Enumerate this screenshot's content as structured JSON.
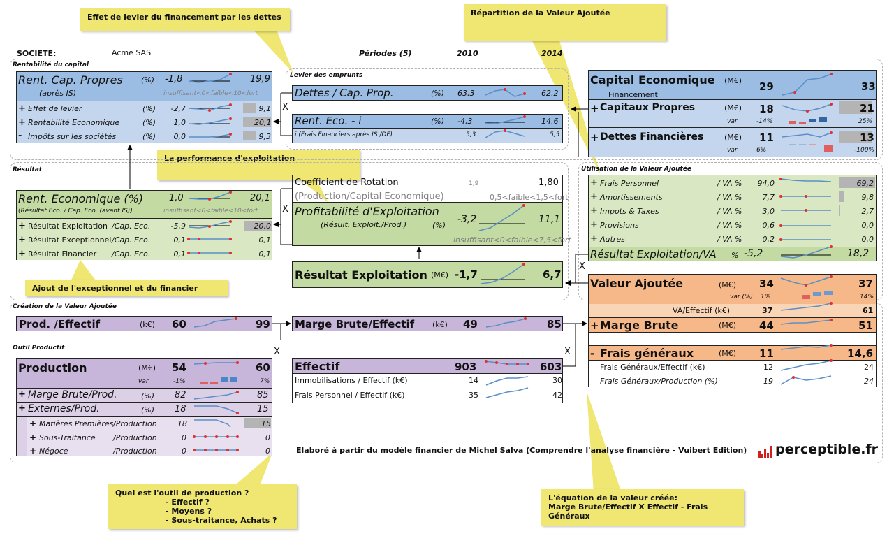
{
  "header": {
    "societe_label": "SOCIETE:",
    "societe_value": "Acme SAS",
    "periodes_label": "Périodes (5)",
    "year_start": "2010",
    "year_end": "2014"
  },
  "callouts": {
    "levier": "Effet de levier du financement par les dettes",
    "repartition": "Répartition de la Valeur Ajoutée",
    "performance": "La performance d'exploitation",
    "ajout": "Ajout de l'exceptionnel et du financier",
    "outil": "Quel est l'outil de production ?",
    "outil_l1": "- Effectif ?",
    "outil_l2": "- Moyens ?",
    "outil_l3": "- Sous-traitance, Achats ?",
    "equation": "L'équation de la valeur créée:",
    "equation_l2": "Marge Brute/Effectif X Effectif - Frais Généraux"
  },
  "sections": {
    "rentabilite": "Rentabilité du capital",
    "levier": "Levier des emprunts",
    "resultat": "Résultat",
    "utilisation": "Utilisation de la Valeur Ajoutée",
    "creation": "Création de la Valeur Ajoutée",
    "outil": "Outil Productif"
  },
  "rcp": {
    "title": "Rent. Cap. Propres",
    "unit": "(%)",
    "v1": "-1,8",
    "v2": "19,9",
    "sub": "(après IS)",
    "thresholds": "insuffisant<0<faible<10<fort",
    "rows": [
      {
        "sign": "+",
        "label": "Effet de levier",
        "unit": "(%)",
        "v1": "-2,7",
        "v2": "9,1"
      },
      {
        "sign": "+",
        "label": "Rentabilité Economique",
        "unit": "(%)",
        "v1": "1,0",
        "v2": "20,1"
      },
      {
        "sign": "-",
        "label": "Impôts sur les sociétés",
        "unit": "(%)",
        "v1": "0,0",
        "v2": "9,3"
      }
    ]
  },
  "levier": {
    "dettes_title": "Dettes / Cap. Prop.",
    "dettes_unit": "(%)",
    "dettes_v1": "63,3",
    "dettes_v2": "62,2",
    "reco_title": "Rent. Eco. - i",
    "reco_unit": "(%)",
    "reco_v1": "-4,3",
    "reco_v2": "14,6",
    "i_label": "i (Frais Financiers après IS /DF)",
    "i_v1": "5,3",
    "i_v2": "5,5"
  },
  "capital": {
    "title": "Capital Economique",
    "unit": "(M€)",
    "v1": "29",
    "v2": "33",
    "sub": "Financement",
    "cp_label": "Capitaux Propres",
    "cp_unit": "(M€)",
    "cp_v1": "18",
    "cp_v2": "21",
    "cp_var": "var",
    "cp_var1": "-14%",
    "cp_var2": "25%",
    "df_label": "Dettes Financières",
    "df_unit": "(M€)",
    "df_v1": "11",
    "df_v2": "13",
    "df_var": "var",
    "df_var1": "6%",
    "df_var2": "-100%"
  },
  "reco": {
    "title": "Rent. Economique (%)",
    "v1": "1,0",
    "v2": "20,1",
    "sub": "(Résultat Eco. / Cap. Eco. (avant IS))",
    "thresholds": "insuffisant<0<faible<10<fort",
    "rows": [
      {
        "sign": "+",
        "label": "Résultat Exploitation",
        "unit": "/Cap. Eco.",
        "v1": "-5,9",
        "v2": "20,0"
      },
      {
        "sign": "+",
        "label": "Résultat Exceptionnel",
        "unit": "/Cap. Eco.",
        "v1": "0,1",
        "v2": "0,1"
      },
      {
        "sign": "+",
        "label": "Résultat Financier",
        "unit": "/Cap. Eco.",
        "v1": "0,1",
        "v2": "0,1"
      }
    ]
  },
  "perf": {
    "coef_label": "Coefficient de Rotation",
    "coef_v1": "1,9",
    "coef_v2": "1,80",
    "coef_sub": "(Production/Capital Economique)",
    "coef_thr": "0,5<faible<1,5<fort",
    "prof_title": "Profitabilité d'Exploitation",
    "prof_sub": "(Résult. Exploit./Prod.)",
    "prof_unit": "(%)",
    "prof_v1": "-3,2",
    "prof_v2": "11,1",
    "prof_thr": "insuffisant<0<faible<7,5<fort",
    "res_title": "Résultat Exploitation",
    "res_unit": "(M€)",
    "res_v1": "-1,7",
    "res_v2": "6,7"
  },
  "utilisation": {
    "rows": [
      {
        "sign": "+",
        "label": "Frais Personnel",
        "unit": "/ VA %",
        "v1": "94,0",
        "v2": "69,2"
      },
      {
        "sign": "+",
        "label": "Amortissements",
        "unit": "/ VA %",
        "v1": "7,7",
        "v2": "9,8"
      },
      {
        "sign": "+",
        "label": "Impots & Taxes",
        "unit": "/ VA %",
        "v1": "3,0",
        "v2": "2,7"
      },
      {
        "sign": "+",
        "label": "Provisions",
        "unit": "/ VA %",
        "v1": "0,6",
        "v2": "0,0"
      },
      {
        "sign": "+",
        "label": "Autres",
        "unit": "/ VA %",
        "v1": "0,2",
        "v2": "0,0"
      }
    ],
    "total_label": "Résultat Exploitation/VA",
    "total_unit": "%",
    "total_v1": "-5,2",
    "total_v2": "18,2"
  },
  "va": {
    "title": "Valeur Ajoutée",
    "unit": "(M€)",
    "v1": "34",
    "v2": "37",
    "var_label": "var (%)",
    "var1": "1%",
    "var2": "14%",
    "eff_label": "VA/Effectif (k€)",
    "eff_v1": "37",
    "eff_v2": "61",
    "mb_label": "Marge Brute",
    "mb_unit": "(M€)",
    "mb_v1": "44",
    "mb_v2": "51",
    "fg_label": "Frais généraux",
    "fg_unit": "(M€)",
    "fg_v1": "11",
    "fg_v2": "14,6",
    "fge_label": "Frais Généraux/Effectif (k€)",
    "fge_v1": "12",
    "fge_v2": "24",
    "fgp_label": "Frais Généraux/Production (%)",
    "fgp_v1": "19",
    "fgp_v2": "24"
  },
  "creation": {
    "prod_eff_label": "Prod. /Effectif",
    "prod_eff_unit": "(k€)",
    "prod_eff_v1": "60",
    "prod_eff_v2": "99",
    "mbe_label": "Marge Brute/Effectif",
    "mbe_unit": "(k€)",
    "mbe_v1": "49",
    "mbe_v2": "85"
  },
  "outil": {
    "prod_label": "Production",
    "prod_unit": "(M€)",
    "prod_v1": "54",
    "prod_v2": "60",
    "prod_var": "var",
    "prod_var1": "-1%",
    "prod_var2": "7%",
    "rows": [
      {
        "sign": "+",
        "label": "Marge Brute/Prod.",
        "unit": "(%)",
        "v1": "82",
        "v2": "85"
      },
      {
        "sign": "+",
        "label": "Externes/Prod.",
        "unit": "(%)",
        "v1": "18",
        "v2": "15"
      }
    ],
    "sub": [
      {
        "sign": "+",
        "label": "Matières Premières",
        "unit": "/Production",
        "v1": "18",
        "v2": "15"
      },
      {
        "sign": "+",
        "label": "Sous-Traitance",
        "unit": "/Production",
        "v1": "0",
        "v2": "0"
      },
      {
        "sign": "+",
        "label": "Négoce",
        "unit": "/Production",
        "v1": "0",
        "v2": "0"
      }
    ],
    "eff_label": "Effectif",
    "eff_v1": "903",
    "eff_v2": "603",
    "immo_label": "Immobilisations / Effectif (k€)",
    "immo_v1": "14",
    "immo_v2": "30",
    "fp_label": "Frais Personnel / Effectif (k€)",
    "fp_v1": "35",
    "fp_v2": "42"
  },
  "footer": {
    "credit": "Elaboré à partir du modèle financier de Michel Salva (Comprendre l'analyse financière - Vuibert Edition)",
    "logo": "perceptible.fr"
  },
  "ops": {
    "x": "X"
  },
  "colors": {
    "blue": "#c4d6ee",
    "green": "#d9e8c2",
    "purple": "#dcd0e6",
    "orange": "#f9d5b5",
    "callout": "#efe772",
    "spark_line": "#5b8fc7",
    "spark_dot": "#e03030"
  }
}
